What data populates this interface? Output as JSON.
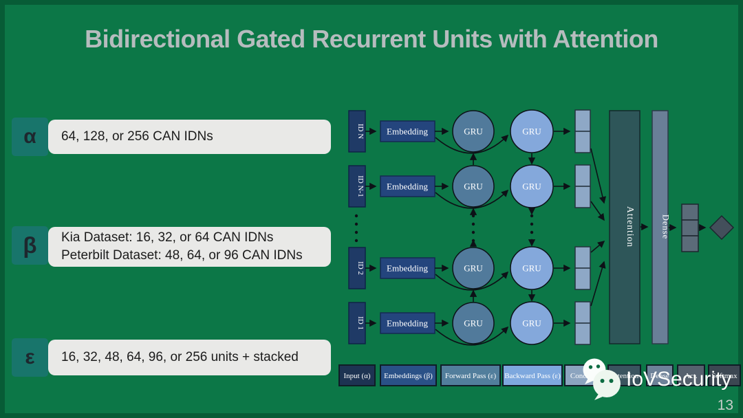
{
  "slide": {
    "title": "Bidirectional Gated Recurrent Units with Attention",
    "page_number": "13",
    "colors": {
      "background": "#0C7747",
      "title_text": "#B6BCBE",
      "callout_badge": "#18756B",
      "callout_body": "#E9E9E7"
    }
  },
  "callouts": [
    {
      "symbol": "α",
      "lines": [
        "64, 128, or 256 CAN IDNs"
      ]
    },
    {
      "symbol": "β",
      "lines": [
        "Kia Dataset: 16, 32, or 64 CAN IDNs",
        "Peterbilt Dataset: 48, 64, or 96 CAN IDNs"
      ]
    },
    {
      "symbol": "ε",
      "lines": [
        "16, 32, 48, 64, 96, or 256 units + stacked"
      ]
    }
  ],
  "diagram": {
    "rows": [
      {
        "id_label": "ID N"
      },
      {
        "id_label": "ID N-1"
      },
      {
        "id_label": "ID 2"
      },
      {
        "id_label": "ID 1"
      }
    ],
    "embedding_label": "Embedding",
    "gru_label": "GRU",
    "attention_label": "Attention",
    "dense_label": "Dense",
    "colors": {
      "id_box": "#1F3A66",
      "embedding": "#24457D",
      "gru_forward": "#517A9B",
      "gru_backward": "#84A8DB",
      "concat": "#8EA8C6",
      "attention": "#2E5659",
      "dense": "#6A7F97",
      "act": "#5B6B79",
      "softmax": "#434F5B"
    }
  },
  "legend": [
    {
      "label": "Input (α)",
      "color": "#1D3352"
    },
    {
      "label": "Embeddings (β)",
      "color": "#2A5187"
    },
    {
      "label": "Forward Pass (ε)",
      "color": "#527E9C"
    },
    {
      "label": "Backward Pass (ε)",
      "color": "#7EA8DE"
    },
    {
      "label": "Concat",
      "color": "#8CA4BF"
    },
    {
      "label": "Attention",
      "color": "#3A545F"
    },
    {
      "label": "Dense",
      "color": "#6E8299"
    },
    {
      "label": "Act.",
      "color": "#56616E"
    },
    {
      "label": "Softmax",
      "color": "#3C4752"
    }
  ],
  "watermark": {
    "text": "IoVSecurity",
    "icon": "wechat-icon"
  }
}
